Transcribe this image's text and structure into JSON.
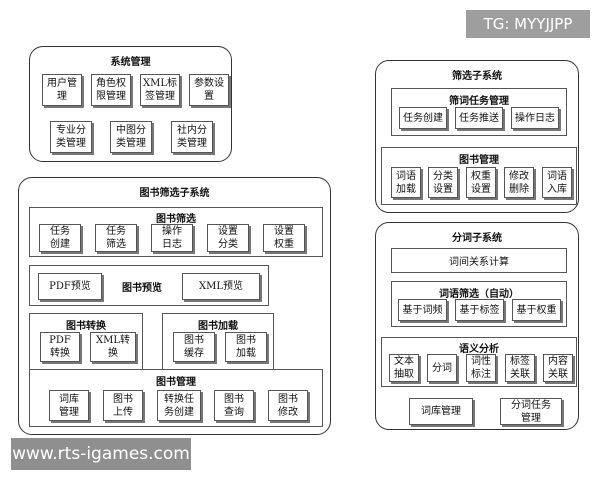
{
  "overlays": {
    "top_tag": "TG: MYYJJPP",
    "bottom_watermark": "www.rts-igames.com"
  },
  "system_management": {
    "title": "系统管理",
    "row1": [
      "用户管\n理",
      "角色权\n限管理",
      "XML标\n签管理",
      "参数设\n置"
    ],
    "row2": [
      "专业分\n类管理",
      "中图分\n类管理",
      "社内分\n类管理"
    ]
  },
  "book_filter": {
    "title": "图书筛选子系统",
    "screening": {
      "title": "图书筛选",
      "items": [
        "任务\n创建",
        "任务\n筛选",
        "操作\n日志",
        "设置\n分类",
        "设置\n权重"
      ]
    },
    "preview": {
      "pdf": "PDF预览",
      "title": "图书预览",
      "xml": "XML预览"
    },
    "convert": {
      "title": "图书转换",
      "items": [
        "PDF\n转换",
        "XML转换"
      ]
    },
    "load": {
      "title": "图书加载",
      "items": [
        "图书\n缓存",
        "图书\n加载"
      ]
    },
    "manage": {
      "title": "图书管理",
      "items": [
        "词库\n管理",
        "图书\n上传",
        "转换任\n务创建",
        "图书\n查询",
        "图书\n修改"
      ]
    }
  },
  "word_filter": {
    "title": "筛选子系统",
    "task_mgmt": {
      "title": "筛词任务管理",
      "items": [
        "任务创建",
        "任务推送",
        "操作日志"
      ]
    },
    "book_mgmt": {
      "title": "图书管理",
      "items": [
        "词语\n加载",
        "分类\n设置",
        "权重\n设置",
        "修改\n删除",
        "词语\n入库"
      ]
    }
  },
  "segmentation": {
    "title": "分词子系统",
    "relation": "词间关系计算",
    "auto_filter": {
      "title": "词语筛选（自动）",
      "items": [
        "基于词频",
        "基于标签",
        "基于权重"
      ]
    },
    "semantic": {
      "title": "语义分析",
      "items": [
        "文本\n抽取",
        "分词",
        "词性\n标注",
        "标签\n关联",
        "内容\n关联"
      ]
    },
    "bottom": [
      "词库管理",
      "分词任务\n管理"
    ]
  }
}
